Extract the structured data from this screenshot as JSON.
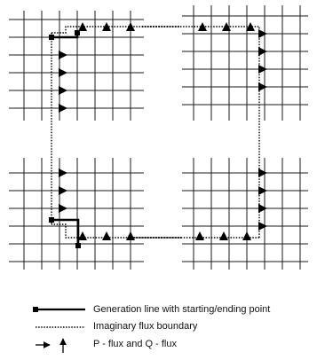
{
  "legend": {
    "items": [
      {
        "key": "generation-line",
        "label": "Generation line with starting/ending point"
      },
      {
        "key": "imaginary-boundary",
        "label": "Imaginary flux boundary"
      },
      {
        "key": "flux-arrows",
        "label": "P - flux and Q - flux"
      }
    ]
  },
  "colors": {
    "ink": "#000000",
    "grid": "#1a1a1a",
    "background": "#ffffff"
  },
  "icons": {
    "p_flux": "arrow-right-icon",
    "q_flux": "arrow-up-icon"
  }
}
